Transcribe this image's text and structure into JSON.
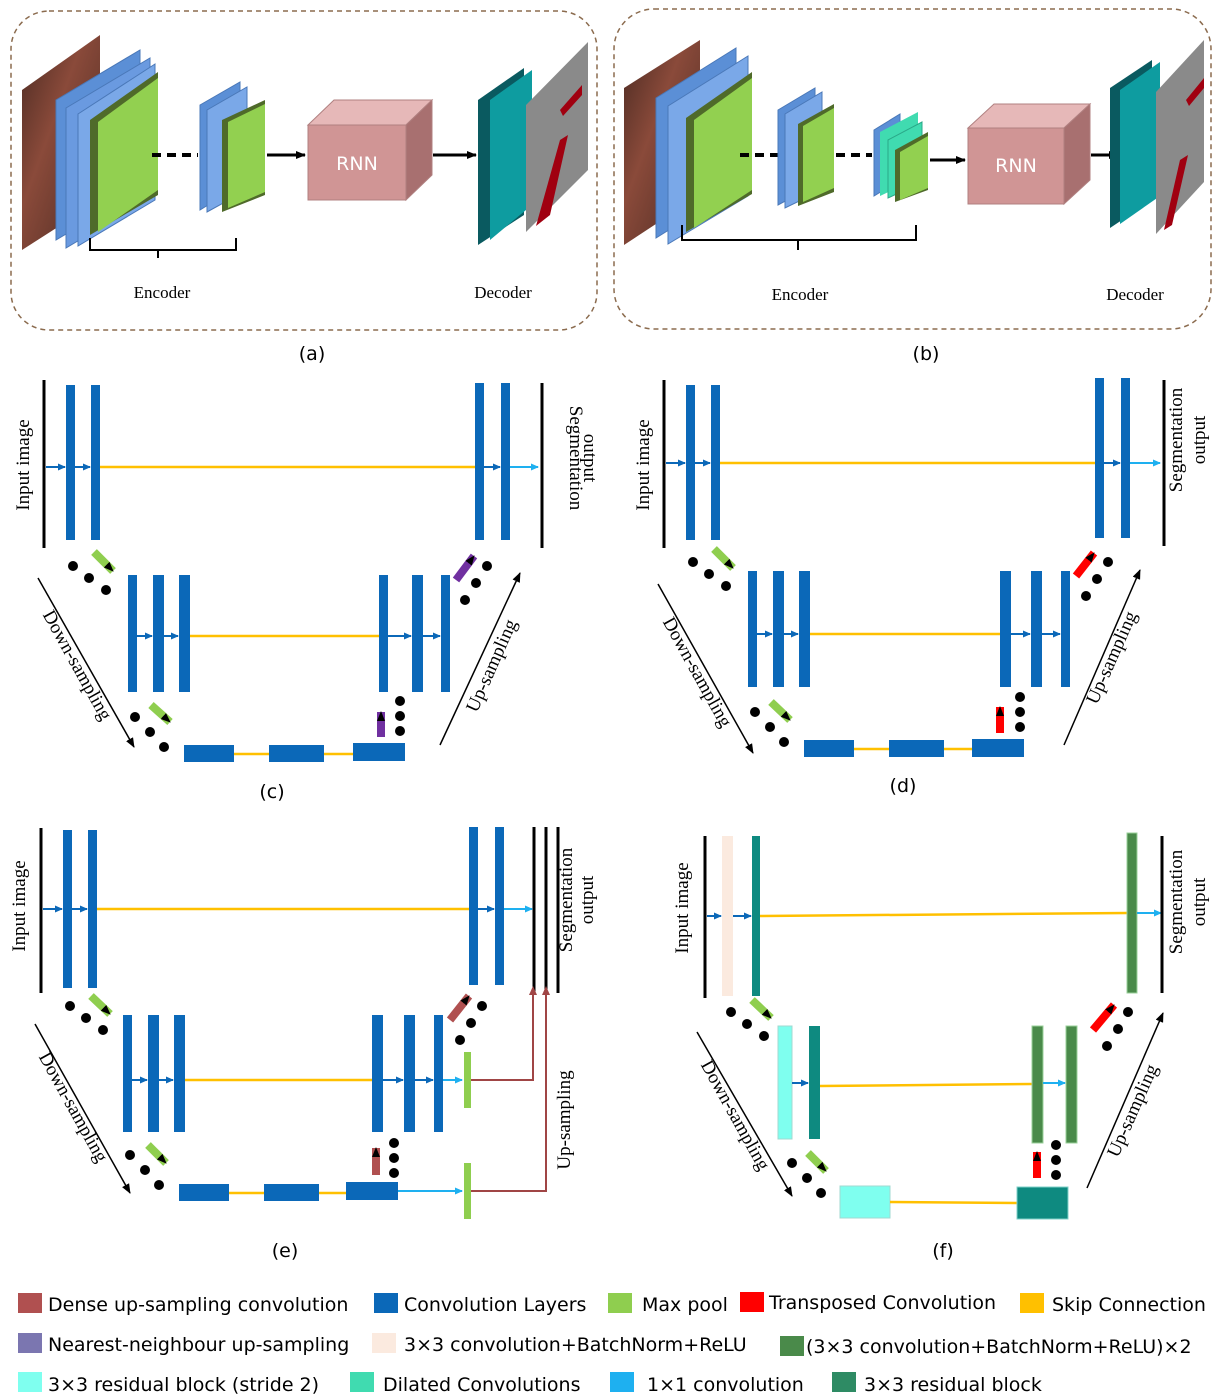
{
  "panels": {
    "a": {
      "label": "(a)",
      "rnn": "RNN",
      "encoder": "Encoder",
      "decoder": "Decoder"
    },
    "b": {
      "label": "(b)",
      "rnn": "RNN",
      "encoder": "Encoder",
      "decoder": "Decoder"
    },
    "c": {
      "label": "(c)",
      "input": "Input image",
      "output_line1": "Segmentation",
      "output_line2": "output",
      "down": "Down-sampling",
      "up": "Up-sampling"
    },
    "d": {
      "label": "(d)",
      "input": "Input image",
      "output_line1": "Segmentation",
      "output_line2": "output",
      "down": "Down-sampling",
      "up": "Up-sampling"
    },
    "e": {
      "label": "(e)",
      "input": "Input image",
      "output_line1": "Segmentation",
      "output_line2": "output",
      "down": "Down-sampling",
      "up": "Up-sampling"
    },
    "f": {
      "label": "(f)",
      "input": "Input image",
      "output_line1": "Segmentation",
      "output_line2": "output",
      "down": "Down-sampling",
      "up": "Up-sampling"
    }
  },
  "legend": [
    {
      "label": "Dense up-sampling convolution",
      "color": "#b05050"
    },
    {
      "label": "Convolution Layers",
      "color": "#0b68b8"
    },
    {
      "label": "Max pool",
      "color": "#8fce4f"
    },
    {
      "label": "Transposed Convolution",
      "color": "#ff0000"
    },
    {
      "label": "Skip Connection",
      "color": "#ffc000"
    },
    {
      "label": "Nearest-neighbour up-sampling",
      "color": "#7b76b0"
    },
    {
      "label": "3×3 convolution+BatchNorm+ReLU",
      "color": "#fbeadf"
    },
    {
      "label": "(3×3 convolution+BatchNorm+ReLU)×2",
      "color": "#4a8a4a"
    },
    {
      "label": "3×3 residual block (stride 2)",
      "color": "#7fffef"
    },
    {
      "label": "Dilated Convolutions",
      "color": "#40dbb0"
    },
    {
      "label": "1×1 convolution",
      "color": "#1eb0f0"
    },
    {
      "label": "3×3 residual block",
      "color": "#2e8b64"
    }
  ],
  "colors": {
    "conv": "#0b68b8",
    "maxpool": "#8fce4f",
    "transposed": "#ff0000",
    "dense_up": "#b05050",
    "nn_up": "#7030a0",
    "skip": "#ffc000",
    "onexone": "#1eb0f0",
    "residual_teal": "#0e8a80",
    "residual_stride": "#7fffef",
    "cbr2": "#4a8a4a",
    "cbr": "#fbeadf",
    "rnn": "#d09595",
    "decoder_teal": "#0e9ca0",
    "decoder_dark": "#0a5a60"
  }
}
